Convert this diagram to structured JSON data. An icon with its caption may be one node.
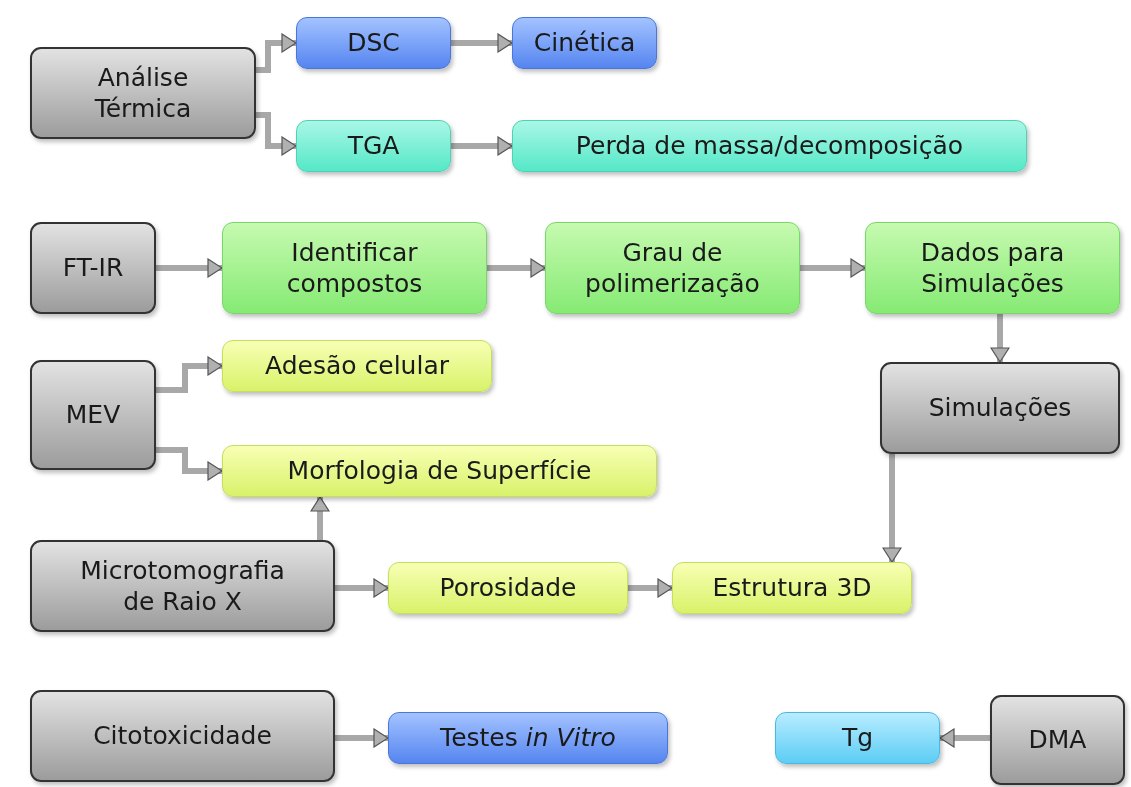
{
  "diagram": {
    "nodes": [
      {
        "text": [
          "Análise Térmica"
        ]
      },
      {
        "text": [
          "DSC"
        ]
      },
      {
        "text": [
          "Cinética"
        ]
      },
      {
        "text": [
          "TGA"
        ]
      },
      {
        "text": [
          "Perda de massa/decomposição"
        ]
      },
      {
        "text": [
          "FT-IR"
        ]
      },
      {
        "text": [
          "Identificar compostos"
        ]
      },
      {
        "text": [
          "Grau de polimerização"
        ]
      },
      {
        "text": [
          "Dados para Simulações"
        ]
      },
      {
        "text": [
          "MEV"
        ]
      },
      {
        "text": [
          "Adesão celular"
        ]
      },
      {
        "text": [
          "Morfologia de Superfície"
        ]
      },
      {
        "text": [
          "Simulações"
        ]
      },
      {
        "text": [
          "Microtomografia de Raio X"
        ]
      },
      {
        "text": [
          "Porosidade"
        ]
      },
      {
        "text": [
          "Estrutura 3D"
        ]
      },
      {
        "text": [
          "Citotoxicidade"
        ]
      },
      {
        "text": [
          "Testes *in Vitro*"
        ]
      },
      {
        "text": [
          "Tg"
        ]
      },
      {
        "text": [
          "DMA"
        ]
      }
    ],
    "edges": [
      {
        "from": 0,
        "to": 1,
        "arrow": "to"
      },
      {
        "from": 0,
        "to": 3,
        "arrow": "to"
      },
      {
        "from": 1,
        "to": 2,
        "arrow": "to"
      },
      {
        "from": 3,
        "to": 4,
        "arrow": "to"
      },
      {
        "from": 5,
        "to": 6,
        "arrow": "to"
      },
      {
        "from": 6,
        "to": 7,
        "arrow": "to"
      },
      {
        "from": 7,
        "to": 8,
        "arrow": "to"
      },
      {
        "from": 8,
        "to": 12,
        "arrow": "to"
      },
      {
        "from": 9,
        "to": 10,
        "arrow": "to"
      },
      {
        "from": 9,
        "to": 11,
        "arrow": "to"
      },
      {
        "from": 13,
        "to": 11,
        "arrow": "to"
      },
      {
        "from": 13,
        "to": 14,
        "arrow": "to"
      },
      {
        "from": 14,
        "to": 15,
        "arrow": "to"
      },
      {
        "from": 12,
        "to": 15,
        "arrow": "to"
      },
      {
        "from": 16,
        "to": 17,
        "arrow": "to"
      },
      {
        "from": 19,
        "to": 18,
        "arrow": "to"
      }
    ]
  }
}
